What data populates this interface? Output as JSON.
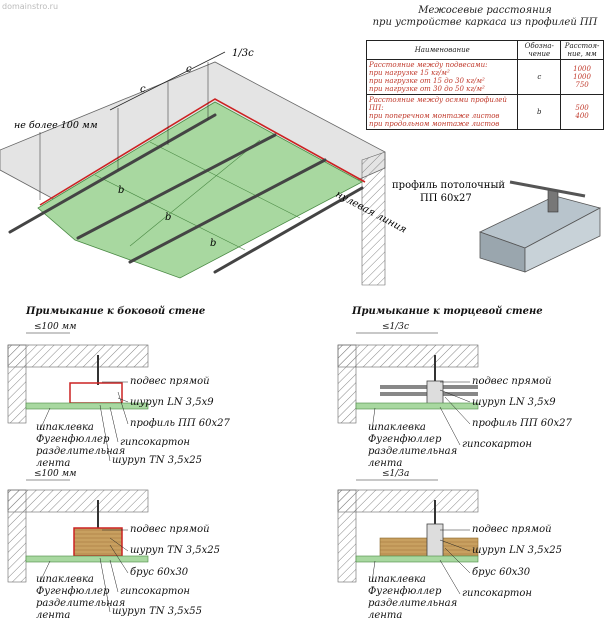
{
  "watermark": "domainstro.ru",
  "table": {
    "title_line1": "Межосевые расстояния",
    "title_line2": "при устройстве каркаса из профилей ПП",
    "headers": [
      "Наименование",
      "Обозна-чение",
      "Расстоя-ние, мм"
    ],
    "rows": [
      {
        "name_lines": [
          "Расстояние между подвесами:",
          "при нагрузке 15 кг/м²",
          "при нагрузке от 15 до 30 кг/м²",
          "при нагрузке от 30 до 50 кг/м²"
        ],
        "symbol": "c",
        "values": [
          "1000",
          "1000",
          "750"
        ]
      },
      {
        "name_lines": [
          "Расстояние между осями профилей ПП:",
          "при поперечном монтаже листов",
          "при продольном монтаже листов"
        ],
        "symbol": "b",
        "values": [
          "500",
          "400"
        ]
      }
    ]
  },
  "iso": {
    "max_label": "не более 100 мм",
    "third_label": "1/3с",
    "c_label": "c",
    "b_label": "b",
    "line_label": "нулевая линия",
    "profile_label_1": "профиль потолочный",
    "profile_label_2": "ПП 60х27"
  },
  "side": {
    "title": "Примыкание к боковой стене",
    "dim_top": "≤100 мм",
    "dim_bottom": "≤100 мм",
    "top_labels": [
      "подвес прямой",
      "шуруп LN 3,5х9",
      "профиль ПП 60х27",
      "гипсокартон",
      "шуруп TN 3,5х25"
    ],
    "top_left_labels": [
      "шпаклевка",
      "Фугенфюллер",
      "разделительная",
      "лента"
    ],
    "bottom_labels": [
      "подвес прямой",
      "шуруп TN 3,5х25",
      "брус 60х30",
      "гипсокартон",
      "шуруп TN 3,5х55"
    ],
    "bottom_left_labels": [
      "шпаклевка",
      "Фугенфюллер",
      "разделительная",
      "лента"
    ]
  },
  "end": {
    "title": "Примыкание к торцевой стене",
    "dim_top": "≤1/3с",
    "dim_bottom": "≤1/3а",
    "top_labels": [
      "подвес прямой",
      "шуруп LN 3,5х9",
      "профиль ПП 60х27",
      "гипсокартон"
    ],
    "top_left_labels": [
      "шпаклевка",
      "Фугенфюллер",
      "разделительная",
      "лента"
    ],
    "bottom_labels": [
      "подвес прямой",
      "шуруп LN 3,5х25",
      "брус 60х30",
      "гипсокартон"
    ],
    "bottom_left_labels": [
      "шпаклевка",
      "Фугенфюллер",
      "разделительная",
      "лента"
    ]
  },
  "colors": {
    "board": "#a8d8a0",
    "board_dark": "#6fb36a",
    "concrete": "#d9d9d9",
    "wall_hatch": "#888888",
    "red": "#cc2222",
    "wood": "#c8a060"
  }
}
